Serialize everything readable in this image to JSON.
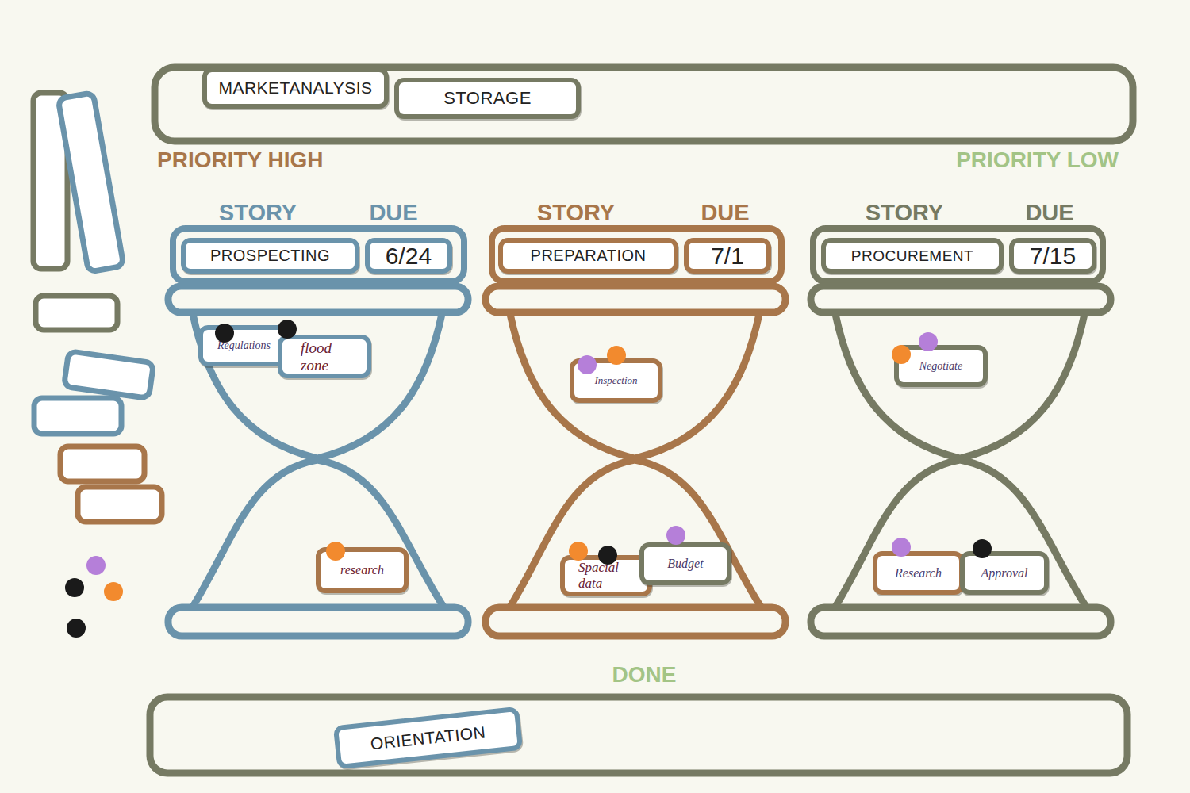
{
  "diagram": {
    "nodes": [
      {
        "text": [
          "MARKETANALYSIS"
        ]
      },
      {
        "text": [
          "STORAGE"
        ]
      },
      {
        "text": [
          "STORY",
          "DUE"
        ]
      },
      {
        "text": [
          "PROSPECTING"
        ],
        "in": 2
      },
      {
        "text": [
          "6/24"
        ],
        "in": 2
      },
      {
        "text": [
          "Regulations"
        ],
        "in": 2
      },
      {
        "text": [
          "flood zone"
        ],
        "in": 2
      },
      {
        "text": [
          "research"
        ],
        "in": 2
      },
      {
        "text": [
          "STORY",
          "DUE"
        ]
      },
      {
        "text": [
          "PREPARATION"
        ],
        "in": 8
      },
      {
        "text": [
          "7/1"
        ],
        "in": 8
      },
      {
        "text": [
          "Inspection"
        ],
        "in": 8
      },
      {
        "text": [
          "Spacial data"
        ],
        "in": 8
      },
      {
        "text": [
          "Budget"
        ],
        "in": 8
      },
      {
        "text": [
          "STORY",
          "DUE"
        ]
      },
      {
        "text": [
          "PROCUREMENT"
        ],
        "in": 14
      },
      {
        "text": [
          "7/15"
        ],
        "in": 14
      },
      {
        "text": [
          "Negotiate"
        ],
        "in": 14
      },
      {
        "text": [
          "Research"
        ],
        "in": 14
      },
      {
        "text": [
          "Approval"
        ],
        "in": 14
      },
      {
        "text": [
          "DONE"
        ]
      },
      {
        "text": [
          "ORIENTATION"
        ],
        "in": 20
      }
    ],
    "labels": [
      "PRIORITY HIGH",
      "PRIORITY LOW"
    ]
  }
}
